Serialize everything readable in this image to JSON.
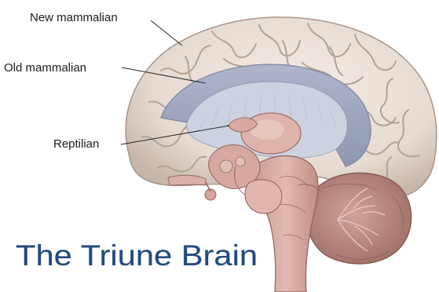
{
  "labels": {
    "new_mammalian": "New mammalian",
    "old_mammalian": "Old mammalian",
    "reptilian": "Reptilian"
  },
  "title": "The Triune Brain",
  "colors": {
    "background": "#ffffff",
    "cortex": "#e9dfd7",
    "cortex_shadow": "#b8a89d",
    "limbic": "#a8afc4",
    "limbic_light": "#cdd2e0",
    "brainstem": "#d8aea6",
    "brainstem_dark": "#9f6f69",
    "cerebellum": "#b98a84",
    "title_text": "#234a7c"
  }
}
